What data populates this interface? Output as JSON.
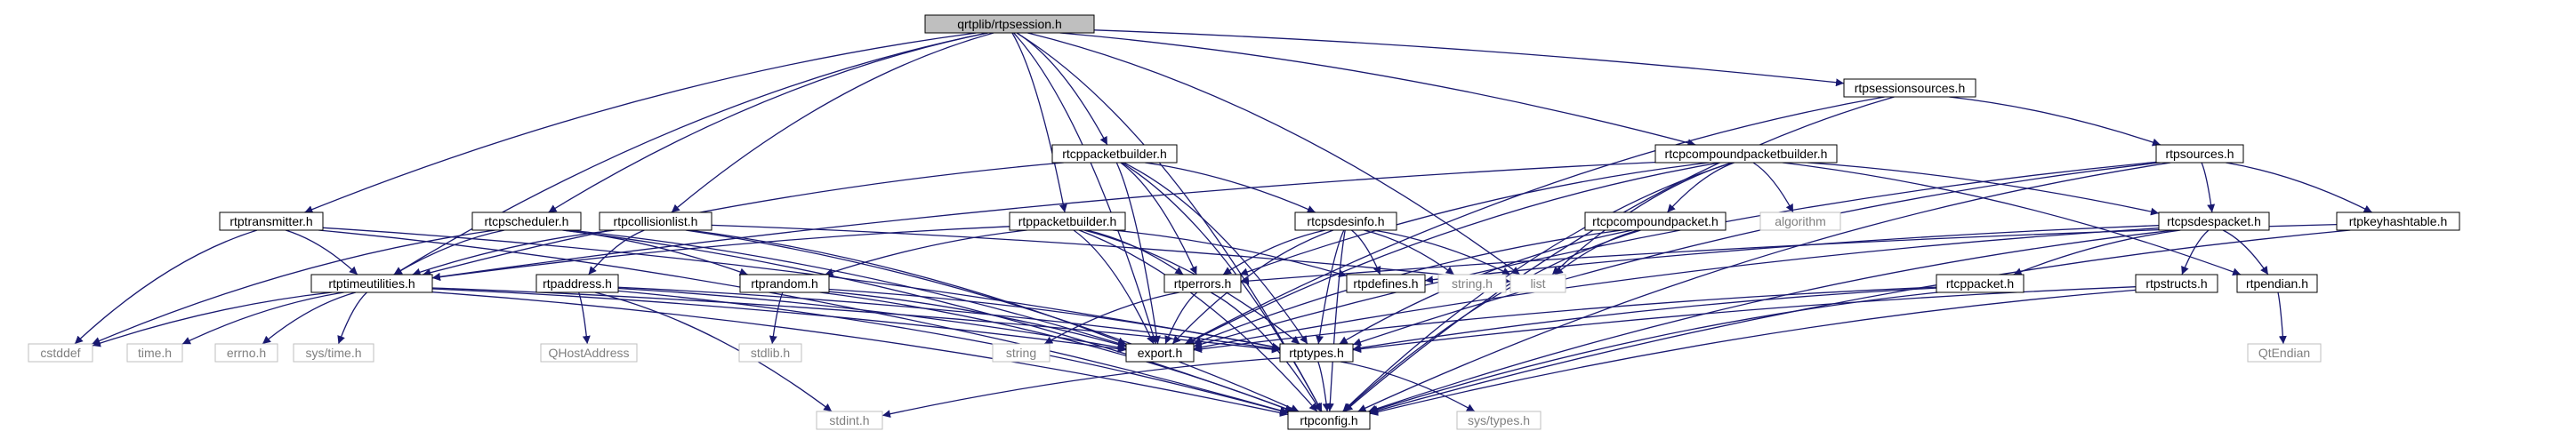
{
  "graph": {
    "root": "qrtplib/rtpsession.h",
    "nodes": [
      {
        "id": "rtpsession",
        "label": "qrtplib/rtpsession.h",
        "kind": "root"
      },
      {
        "id": "rtptransmitter",
        "label": "rtptransmitter.h",
        "kind": "normal"
      },
      {
        "id": "rtpscheduler",
        "label": "rtcpscheduler.h",
        "kind": "normal"
      },
      {
        "id": "rtpcollisionlist",
        "label": "rtpcollisionlist.h",
        "kind": "normal"
      },
      {
        "id": "rtppacketbuilder",
        "label": "rtppacketbuilder.h",
        "kind": "normal"
      },
      {
        "id": "rtcppacketbuilder",
        "label": "rtcppacketbuilder.h",
        "kind": "normal"
      },
      {
        "id": "rtpsessionsources",
        "label": "rtpsessionsources.h",
        "kind": "normal"
      },
      {
        "id": "rtcpcompoundpacketbuilder",
        "label": "rtcpcompoundpacketbuilder.h",
        "kind": "normal"
      },
      {
        "id": "rtpsources",
        "label": "rtpsources.h",
        "kind": "normal"
      },
      {
        "id": "rtcpsdesinfo",
        "label": "rtcpsdesinfo.h",
        "kind": "normal"
      },
      {
        "id": "rtcpcompoundpacket",
        "label": "rtcpcompoundpacket.h",
        "kind": "normal"
      },
      {
        "id": "rtcpsdespacket",
        "label": "rtcpsdespacket.h",
        "kind": "normal"
      },
      {
        "id": "rtpkeyhashtable",
        "label": "rtpkeyhashtable.h",
        "kind": "normal"
      },
      {
        "id": "rtptimeutilities",
        "label": "rtptimeutilities.h",
        "kind": "normal"
      },
      {
        "id": "rtpaddress",
        "label": "rtpaddress.h",
        "kind": "normal"
      },
      {
        "id": "rtprandom",
        "label": "rtprandom.h",
        "kind": "normal"
      },
      {
        "id": "rtperrors",
        "label": "rtperrors.h",
        "kind": "normal"
      },
      {
        "id": "rtpdefines",
        "label": "rtpdefines.h",
        "kind": "normal"
      },
      {
        "id": "rtcppacket",
        "label": "rtcppacket.h",
        "kind": "normal"
      },
      {
        "id": "rtpstructs",
        "label": "rtpstructs.h",
        "kind": "normal"
      },
      {
        "id": "rtpendian",
        "label": "rtpendian.h",
        "kind": "normal"
      },
      {
        "id": "rtptypes",
        "label": "rtptypes.h",
        "kind": "normal"
      },
      {
        "id": "export",
        "label": "export.h",
        "kind": "normal"
      },
      {
        "id": "rtpconfig",
        "label": "rtpconfig.h",
        "kind": "normal"
      },
      {
        "id": "algorithm",
        "label": "algorithm",
        "kind": "external"
      },
      {
        "id": "list",
        "label": "list",
        "kind": "external"
      },
      {
        "id": "stringh",
        "label": "string.h",
        "kind": "external"
      },
      {
        "id": "cstddef",
        "label": "cstddef",
        "kind": "external"
      },
      {
        "id": "timeh",
        "label": "time.h",
        "kind": "external"
      },
      {
        "id": "errnoh",
        "label": "errno.h",
        "kind": "external"
      },
      {
        "id": "systimeh",
        "label": "sys/time.h",
        "kind": "external"
      },
      {
        "id": "qhostaddress",
        "label": "QHostAddress",
        "kind": "external"
      },
      {
        "id": "stdlibh",
        "label": "stdlib.h",
        "kind": "external"
      },
      {
        "id": "string",
        "label": "string",
        "kind": "external"
      },
      {
        "id": "stdinth",
        "label": "stdint.h",
        "kind": "external"
      },
      {
        "id": "systypesh",
        "label": "sys/types.h",
        "kind": "external"
      },
      {
        "id": "qtendian",
        "label": "QtEndian",
        "kind": "external"
      }
    ],
    "edges": [
      [
        "rtpsession",
        "rtptransmitter"
      ],
      [
        "rtpsession",
        "rtptimeutilities"
      ],
      [
        "rtpsession",
        "rtpscheduler"
      ],
      [
        "rtpsession",
        "rtpcollisionlist"
      ],
      [
        "rtpsession",
        "rtppacketbuilder"
      ],
      [
        "rtpsession",
        "rtcppacketbuilder"
      ],
      [
        "rtpsession",
        "export"
      ],
      [
        "rtpsession",
        "list"
      ],
      [
        "rtpsession",
        "rtpsessionsources"
      ],
      [
        "rtpsession",
        "rtcpcompoundpacketbuilder"
      ],
      [
        "rtpsession",
        "rtpconfig"
      ],
      [
        "rtptransmitter",
        "rtptimeutilities"
      ],
      [
        "rtptransmitter",
        "cstddef"
      ],
      [
        "rtptransmitter",
        "rtpconfig"
      ],
      [
        "rtptransmitter",
        "rtptypes"
      ],
      [
        "rtpscheduler",
        "rtptimeutilities"
      ],
      [
        "rtpscheduler",
        "rtprandom"
      ],
      [
        "rtpscheduler",
        "export"
      ],
      [
        "rtpscheduler",
        "rtpconfig"
      ],
      [
        "rtpscheduler",
        "cstddef"
      ],
      [
        "rtpcollisionlist",
        "rtptimeutilities"
      ],
      [
        "rtpcollisionlist",
        "rtpaddress"
      ],
      [
        "rtpcollisionlist",
        "list"
      ],
      [
        "rtpcollisionlist",
        "export"
      ],
      [
        "rtpcollisionlist",
        "rtpconfig"
      ],
      [
        "rtppacketbuilder",
        "rtptimeutilities"
      ],
      [
        "rtppacketbuilder",
        "rtprandom"
      ],
      [
        "rtppacketbuilder",
        "rtperrors"
      ],
      [
        "rtppacketbuilder",
        "rtpdefines"
      ],
      [
        "rtppacketbuilder",
        "export"
      ],
      [
        "rtppacketbuilder",
        "rtpconfig"
      ],
      [
        "rtppacketbuilder",
        "rtptypes"
      ],
      [
        "rtcppacketbuilder",
        "rtptimeutilities"
      ],
      [
        "rtcppacketbuilder",
        "rtcpsdesinfo"
      ],
      [
        "rtcppacketbuilder",
        "rtperrors"
      ],
      [
        "rtcppacketbuilder",
        "export"
      ],
      [
        "rtcppacketbuilder",
        "rtpconfig"
      ],
      [
        "rtcppacketbuilder",
        "rtptypes"
      ],
      [
        "rtpsessionsources",
        "rtpsources"
      ],
      [
        "rtpsessionsources",
        "export"
      ],
      [
        "rtpsessionsources",
        "rtpconfig"
      ],
      [
        "rtcpcompoundpacketbuilder",
        "rtptimeutilities"
      ],
      [
        "rtcpcompoundpacketbuilder",
        "rtperrors"
      ],
      [
        "rtcpcompoundpacketbuilder",
        "algorithm"
      ],
      [
        "rtcpcompoundpacketbuilder",
        "rtcpcompoundpacket"
      ],
      [
        "rtcpcompoundpacketbuilder",
        "rtcpsdespacket"
      ],
      [
        "rtcpcompoundpacketbuilder",
        "rtpendian"
      ],
      [
        "rtcpcompoundpacketbuilder",
        "list"
      ],
      [
        "rtcpcompoundpacketbuilder",
        "export"
      ],
      [
        "rtcpcompoundpacketbuilder",
        "rtpconfig"
      ],
      [
        "rtpsources",
        "rtcpsdespacket"
      ],
      [
        "rtpsources",
        "rtpkeyhashtable"
      ],
      [
        "rtpsources",
        "export"
      ],
      [
        "rtpsources",
        "rtptypes"
      ],
      [
        "rtpsources",
        "rtpconfig"
      ],
      [
        "rtcpsdesinfo",
        "rtperrors"
      ],
      [
        "rtcpsdesinfo",
        "rtpdefines"
      ],
      [
        "rtcpsdesinfo",
        "rtptypes"
      ],
      [
        "rtcpsdesinfo",
        "rtpconfig"
      ],
      [
        "rtcpsdesinfo",
        "stringh"
      ],
      [
        "rtcpsdesinfo",
        "list"
      ],
      [
        "rtcpsdesinfo",
        "export"
      ],
      [
        "rtcpcompoundpacket",
        "list"
      ],
      [
        "rtcpcompoundpacket",
        "export"
      ],
      [
        "rtcpcompoundpacket",
        "rtptypes"
      ],
      [
        "rtcpcompoundpacket",
        "rtpconfig"
      ],
      [
        "rtcpsdespacket",
        "rtcppacket"
      ],
      [
        "rtcpsdespacket",
        "rtpstructs"
      ],
      [
        "rtcpsdespacket",
        "rtpdefines"
      ],
      [
        "rtcpsdespacket",
        "rtpendian"
      ],
      [
        "rtcpsdespacket",
        "export"
      ],
      [
        "rtcpsdespacket",
        "rtpconfig"
      ],
      [
        "rtpkeyhashtable",
        "rtperrors"
      ],
      [
        "rtpkeyhashtable",
        "rtpconfig"
      ],
      [
        "rtptimeutilities",
        "rtpconfig"
      ],
      [
        "rtptimeutilities",
        "rtptypes"
      ],
      [
        "rtptimeutilities",
        "cstddef"
      ],
      [
        "rtptimeutilities",
        "timeh"
      ],
      [
        "rtptimeutilities",
        "errnoh"
      ],
      [
        "rtptimeutilities",
        "systimeh"
      ],
      [
        "rtptimeutilities",
        "export"
      ],
      [
        "rtpaddress",
        "qhostaddress"
      ],
      [
        "rtpaddress",
        "export"
      ],
      [
        "rtpaddress",
        "rtpconfig"
      ],
      [
        "rtpaddress",
        "rtptypes"
      ],
      [
        "rtpaddress",
        "stdinth"
      ],
      [
        "rtprandom",
        "stdlibh"
      ],
      [
        "rtprandom",
        "export"
      ],
      [
        "rtprandom",
        "rtpconfig"
      ],
      [
        "rtprandom",
        "rtptypes"
      ],
      [
        "rtperrors",
        "string"
      ],
      [
        "rtperrors",
        "export"
      ],
      [
        "rtperrors",
        "rtpconfig"
      ],
      [
        "rtcppacket",
        "export"
      ],
      [
        "rtcppacket",
        "rtptypes"
      ],
      [
        "rtcppacket",
        "rtpconfig"
      ],
      [
        "rtpstructs",
        "rtptypes"
      ],
      [
        "rtpstructs",
        "rtpconfig"
      ],
      [
        "rtpendian",
        "qtendian"
      ],
      [
        "rtptypes",
        "rtpconfig"
      ],
      [
        "rtptypes",
        "stdinth"
      ],
      [
        "rtptypes",
        "systypesh"
      ]
    ]
  }
}
